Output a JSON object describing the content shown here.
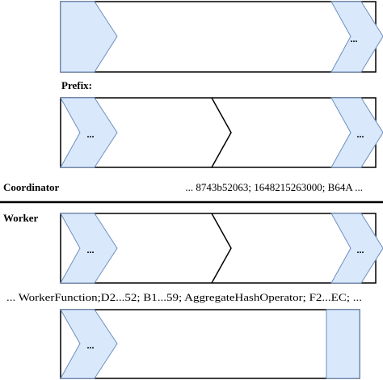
{
  "labels": {
    "prefix": "Prefix:",
    "coordinator": "Coordinator",
    "worker": "Worker"
  },
  "texts": {
    "coordinator_data": "... 8743b52063; 1648215263000; B64A ...",
    "worker_data": "... WorkerFunction;D2...52; B1...59; AggregateHashOperator; F2...EC; ..."
  },
  "ellipsis": "...",
  "colors": {
    "segment_fill": "#dae8fc",
    "segment_stroke": "#6c8ebf",
    "frame_stroke": "#000000"
  }
}
